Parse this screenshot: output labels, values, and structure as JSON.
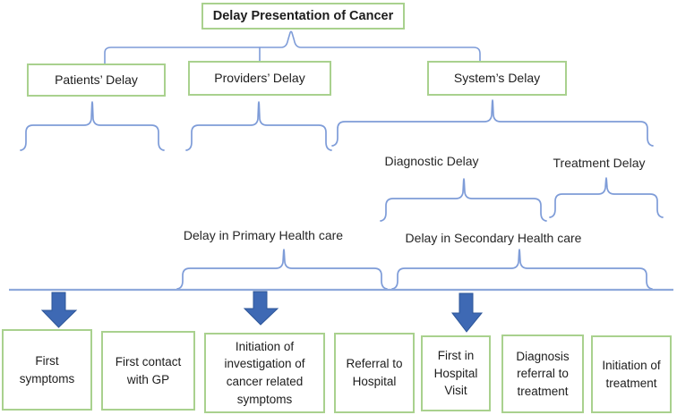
{
  "diagram": {
    "title": "Delay Presentation of Cancer",
    "branches": [
      {
        "id": "patients",
        "label": "Patients’ Delay"
      },
      {
        "id": "providers",
        "label": "Providers’ Delay"
      },
      {
        "id": "system",
        "label": "System’s Delay"
      }
    ],
    "phase_labels": [
      {
        "id": "diagnostic",
        "label": "Diagnostic Delay"
      },
      {
        "id": "treatment",
        "label": "Treatment Delay"
      },
      {
        "id": "primary",
        "label": "Delay in Primary Health care"
      },
      {
        "id": "secondary",
        "label": "Delay in Secondary Health care"
      }
    ],
    "timeline_events": [
      {
        "label": "First\nsymptoms",
        "has_arrow": true
      },
      {
        "label": "First contact\nwith GP",
        "has_arrow": false
      },
      {
        "label": "Initiation of\ninvestigation of\ncancer related\nsymptoms",
        "has_arrow": true
      },
      {
        "label": "Referral to\nHospital",
        "has_arrow": false
      },
      {
        "label": "First in\nHospital\nVisit",
        "has_arrow": true
      },
      {
        "label": "Diagnosis\nreferral to\ntreatment",
        "has_arrow": false
      },
      {
        "label": "Initiation of\ntreatment",
        "has_arrow": false
      }
    ],
    "colors": {
      "box_border": "#a9d18e",
      "connector_line": "#7e9cd8",
      "timeline_line": "#8ea9db",
      "arrow_fill": "#3e69b4",
      "arrow_stroke": "#2d5699",
      "text": "#1d1d1d"
    }
  }
}
